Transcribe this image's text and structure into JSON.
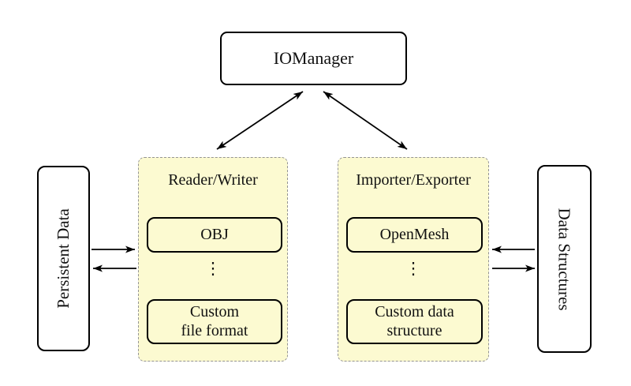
{
  "manager": {
    "label": "IOManager"
  },
  "panels": {
    "reader_writer": {
      "title": "Reader/Writer",
      "item_top": "OBJ",
      "ellipsis": "⋮",
      "item_bottom": "Custom\nfile format"
    },
    "importer_exporter": {
      "title": "Importer/Exporter",
      "item_top": "OpenMesh",
      "ellipsis": "⋮",
      "item_bottom": "Custom data\nstructure"
    }
  },
  "sides": {
    "left": {
      "label": "Persistent Data"
    },
    "right": {
      "label": "Data Structures"
    }
  },
  "colors": {
    "background": "#ffffff",
    "panel_fill": "#fcfad1",
    "panel_border": "#949494",
    "node_fill": "#ffffff",
    "line": "#000000"
  }
}
